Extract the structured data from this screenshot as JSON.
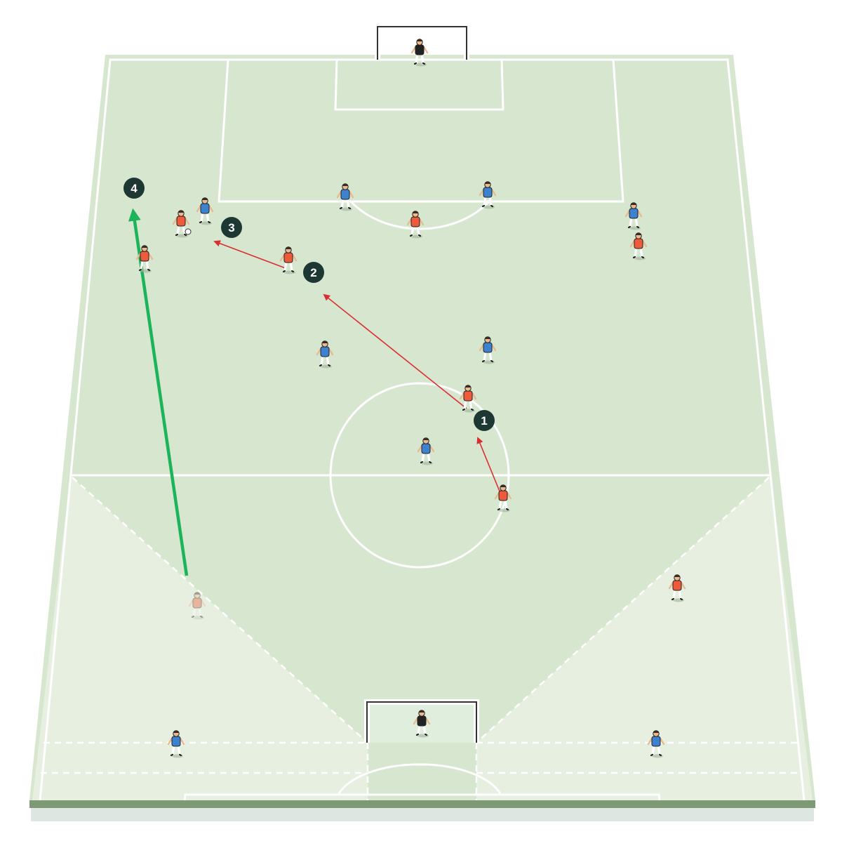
{
  "colors": {
    "pitch_dark": "#d7e7cf",
    "pitch_light": "#e6efe0",
    "pitch_border": "#e3eddb",
    "base_strip": "#7d9a74",
    "base_shadow": "#dde6e0",
    "team_red": "#ee5b3b",
    "team_blue": "#3d82cf",
    "goalkeeper": "#222222",
    "pass_arrow": "#d92f33",
    "run_arrow": "#1cb45a",
    "marker": "#1d3833"
  },
  "markers": [
    {
      "label": "1"
    },
    {
      "label": "2"
    },
    {
      "label": "3"
    },
    {
      "label": "4"
    }
  ],
  "players": [
    {
      "team": "goalkeeper",
      "role": "goalkeeper-top"
    },
    {
      "team": "blue",
      "role": "defender"
    },
    {
      "team": "blue",
      "role": "defender"
    },
    {
      "team": "red",
      "role": "attacker"
    },
    {
      "team": "blue",
      "role": "defender"
    },
    {
      "team": "red",
      "role": "attacker"
    },
    {
      "team": "red",
      "role": "attacker-with-ball"
    },
    {
      "team": "blue",
      "role": "defender"
    },
    {
      "team": "red",
      "role": "attacker"
    },
    {
      "team": "red",
      "role": "attacker"
    },
    {
      "team": "blue",
      "role": "midfielder"
    },
    {
      "team": "blue",
      "role": "midfielder"
    },
    {
      "team": "red",
      "role": "attacker"
    },
    {
      "team": "blue",
      "role": "midfielder"
    },
    {
      "team": "red",
      "role": "attacker"
    },
    {
      "team": "red",
      "role": "attacker-ghost"
    },
    {
      "team": "red",
      "role": "attacker"
    },
    {
      "team": "goalkeeper",
      "role": "goalkeeper-bottom"
    },
    {
      "team": "blue",
      "role": "defender"
    },
    {
      "team": "blue",
      "role": "defender"
    }
  ]
}
